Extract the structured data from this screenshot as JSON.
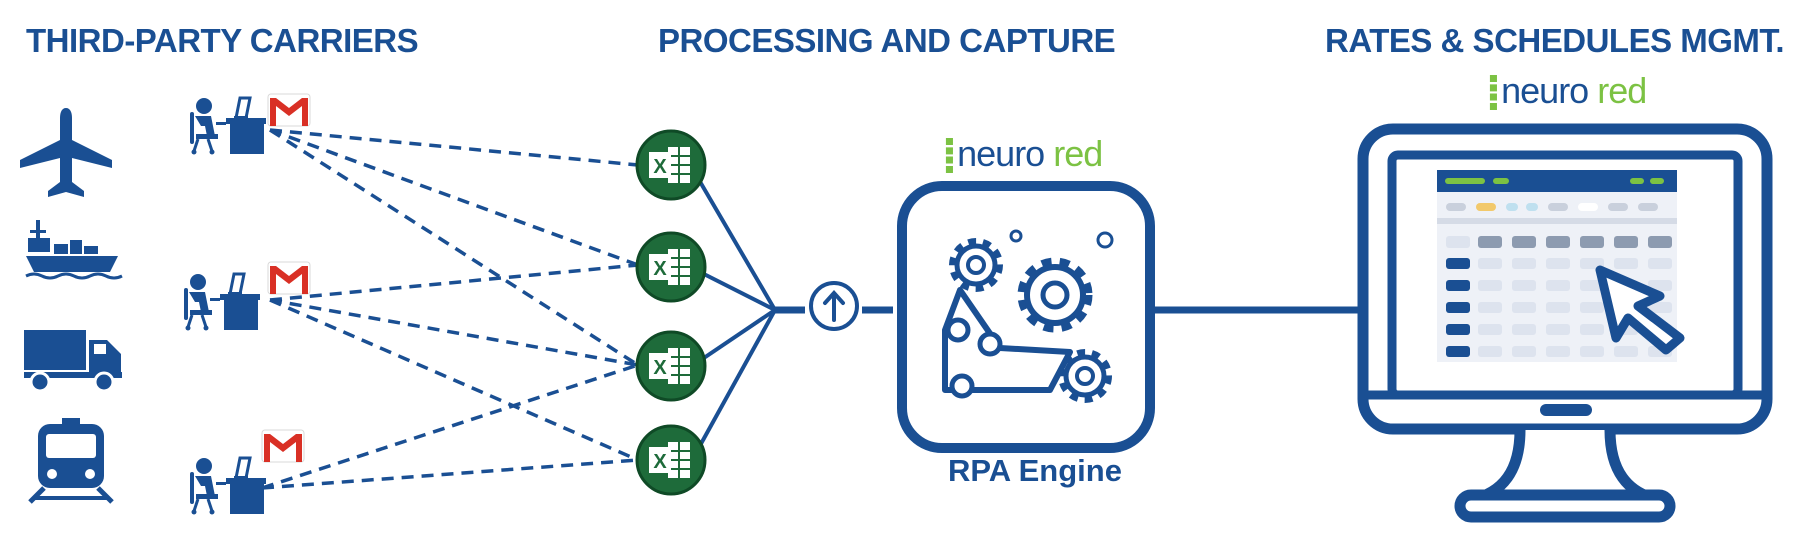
{
  "sections": {
    "carriers_title": "THIRD-PARTY CARRIERS",
    "processing_title": "PROCESSING AND CAPTURE",
    "rates_title": "RATES & SCHEDULES MGMT."
  },
  "brand": {
    "part1": "neuro",
    "part2": "red"
  },
  "engine": {
    "label": "RPA Engine"
  },
  "colors": {
    "primary_blue": "#1a4f93",
    "brand_green": "#7cc243",
    "excel_green": "#1e6b3a",
    "gmail_red": "#d93025"
  },
  "icons": {
    "transport": [
      "airplane-icon",
      "ship-icon",
      "truck-icon",
      "train-icon"
    ],
    "carrier_workers": [
      "worker-computer-icon",
      "worker-computer-icon",
      "worker-computer-icon"
    ],
    "mail": "gmail-icon",
    "spreadsheets": [
      "excel-icon",
      "excel-icon",
      "excel-icon",
      "excel-icon"
    ],
    "upload": "upload-icon",
    "engine": "gears-icon",
    "monitor": "monitor-icon",
    "cursor": "cursor-icon"
  }
}
